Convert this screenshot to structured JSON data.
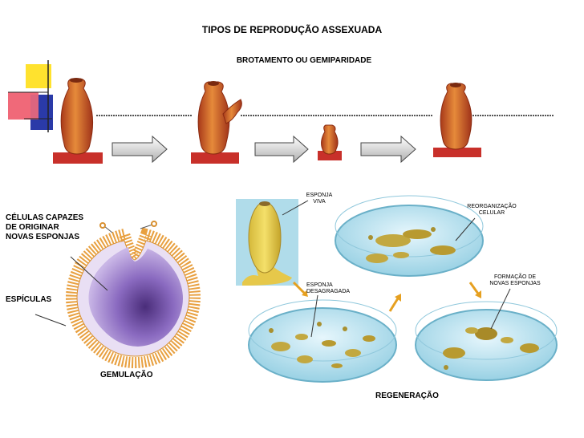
{
  "title": "TIPOS DE REPRODUÇÃO ASSEXUADA",
  "budding": {
    "subtitle": "BROTAMENTO OU GEMIPARIDADE"
  },
  "gemmule": {
    "label_cells_line1": "CÉLULAS CAPAZES",
    "label_cells_line2": "DE ORIGINAR",
    "label_cells_line3": "NOVAS ESPONJAS",
    "label_spicules": "ESPÍCULAS",
    "caption": "GEMULAÇÃO"
  },
  "regeneration": {
    "live_sponge_line1": "ESPONJA",
    "live_sponge_line2": "VIVA",
    "disaggregated_line1": "ESPONJA",
    "disaggregated_line2": "DESAGRAGADA",
    "reorganization_line1": "REORGANIZAÇÃO",
    "reorganization_line2": "CELULAR",
    "formation_line1": "FORMAÇÃO DE",
    "formation_line2": "NOVAS ESPONJAS",
    "caption": "REGENERAÇÃO"
  },
  "colors": {
    "sponge": "#d2692a",
    "sponge_dark": "#a3391a",
    "base": "#c8302a",
    "dish_water": "#a8d8ea",
    "cell_fill": "#b59ad8",
    "spicule": "#e8a040"
  }
}
